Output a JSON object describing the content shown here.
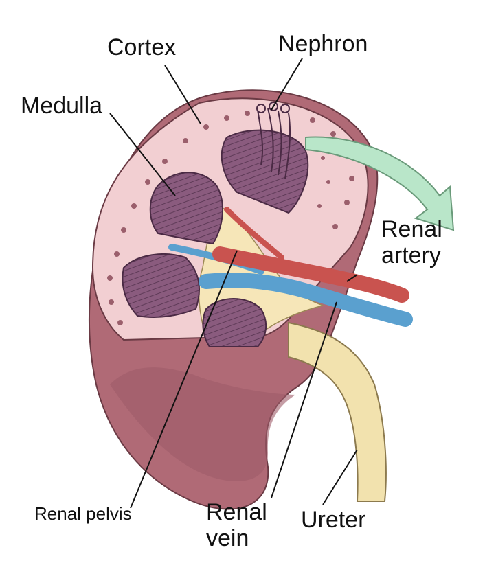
{
  "labels": {
    "cortex": "Cortex",
    "nephron": "Nephron",
    "medulla": "Medulla",
    "renal_artery": "Renal\nartery",
    "renal_pelvis": "Renal pelvis",
    "renal_vein": "Renal\nvein",
    "ureter": "Ureter"
  },
  "colors": {
    "capsule": "#b06a76",
    "cortex": "#f2cfd2",
    "medulla": "#8a5b7e",
    "pelvis": "#f6e6b8",
    "artery": "#c9534f",
    "vein": "#5aa0cf",
    "arrow": "#b9e6c9"
  }
}
